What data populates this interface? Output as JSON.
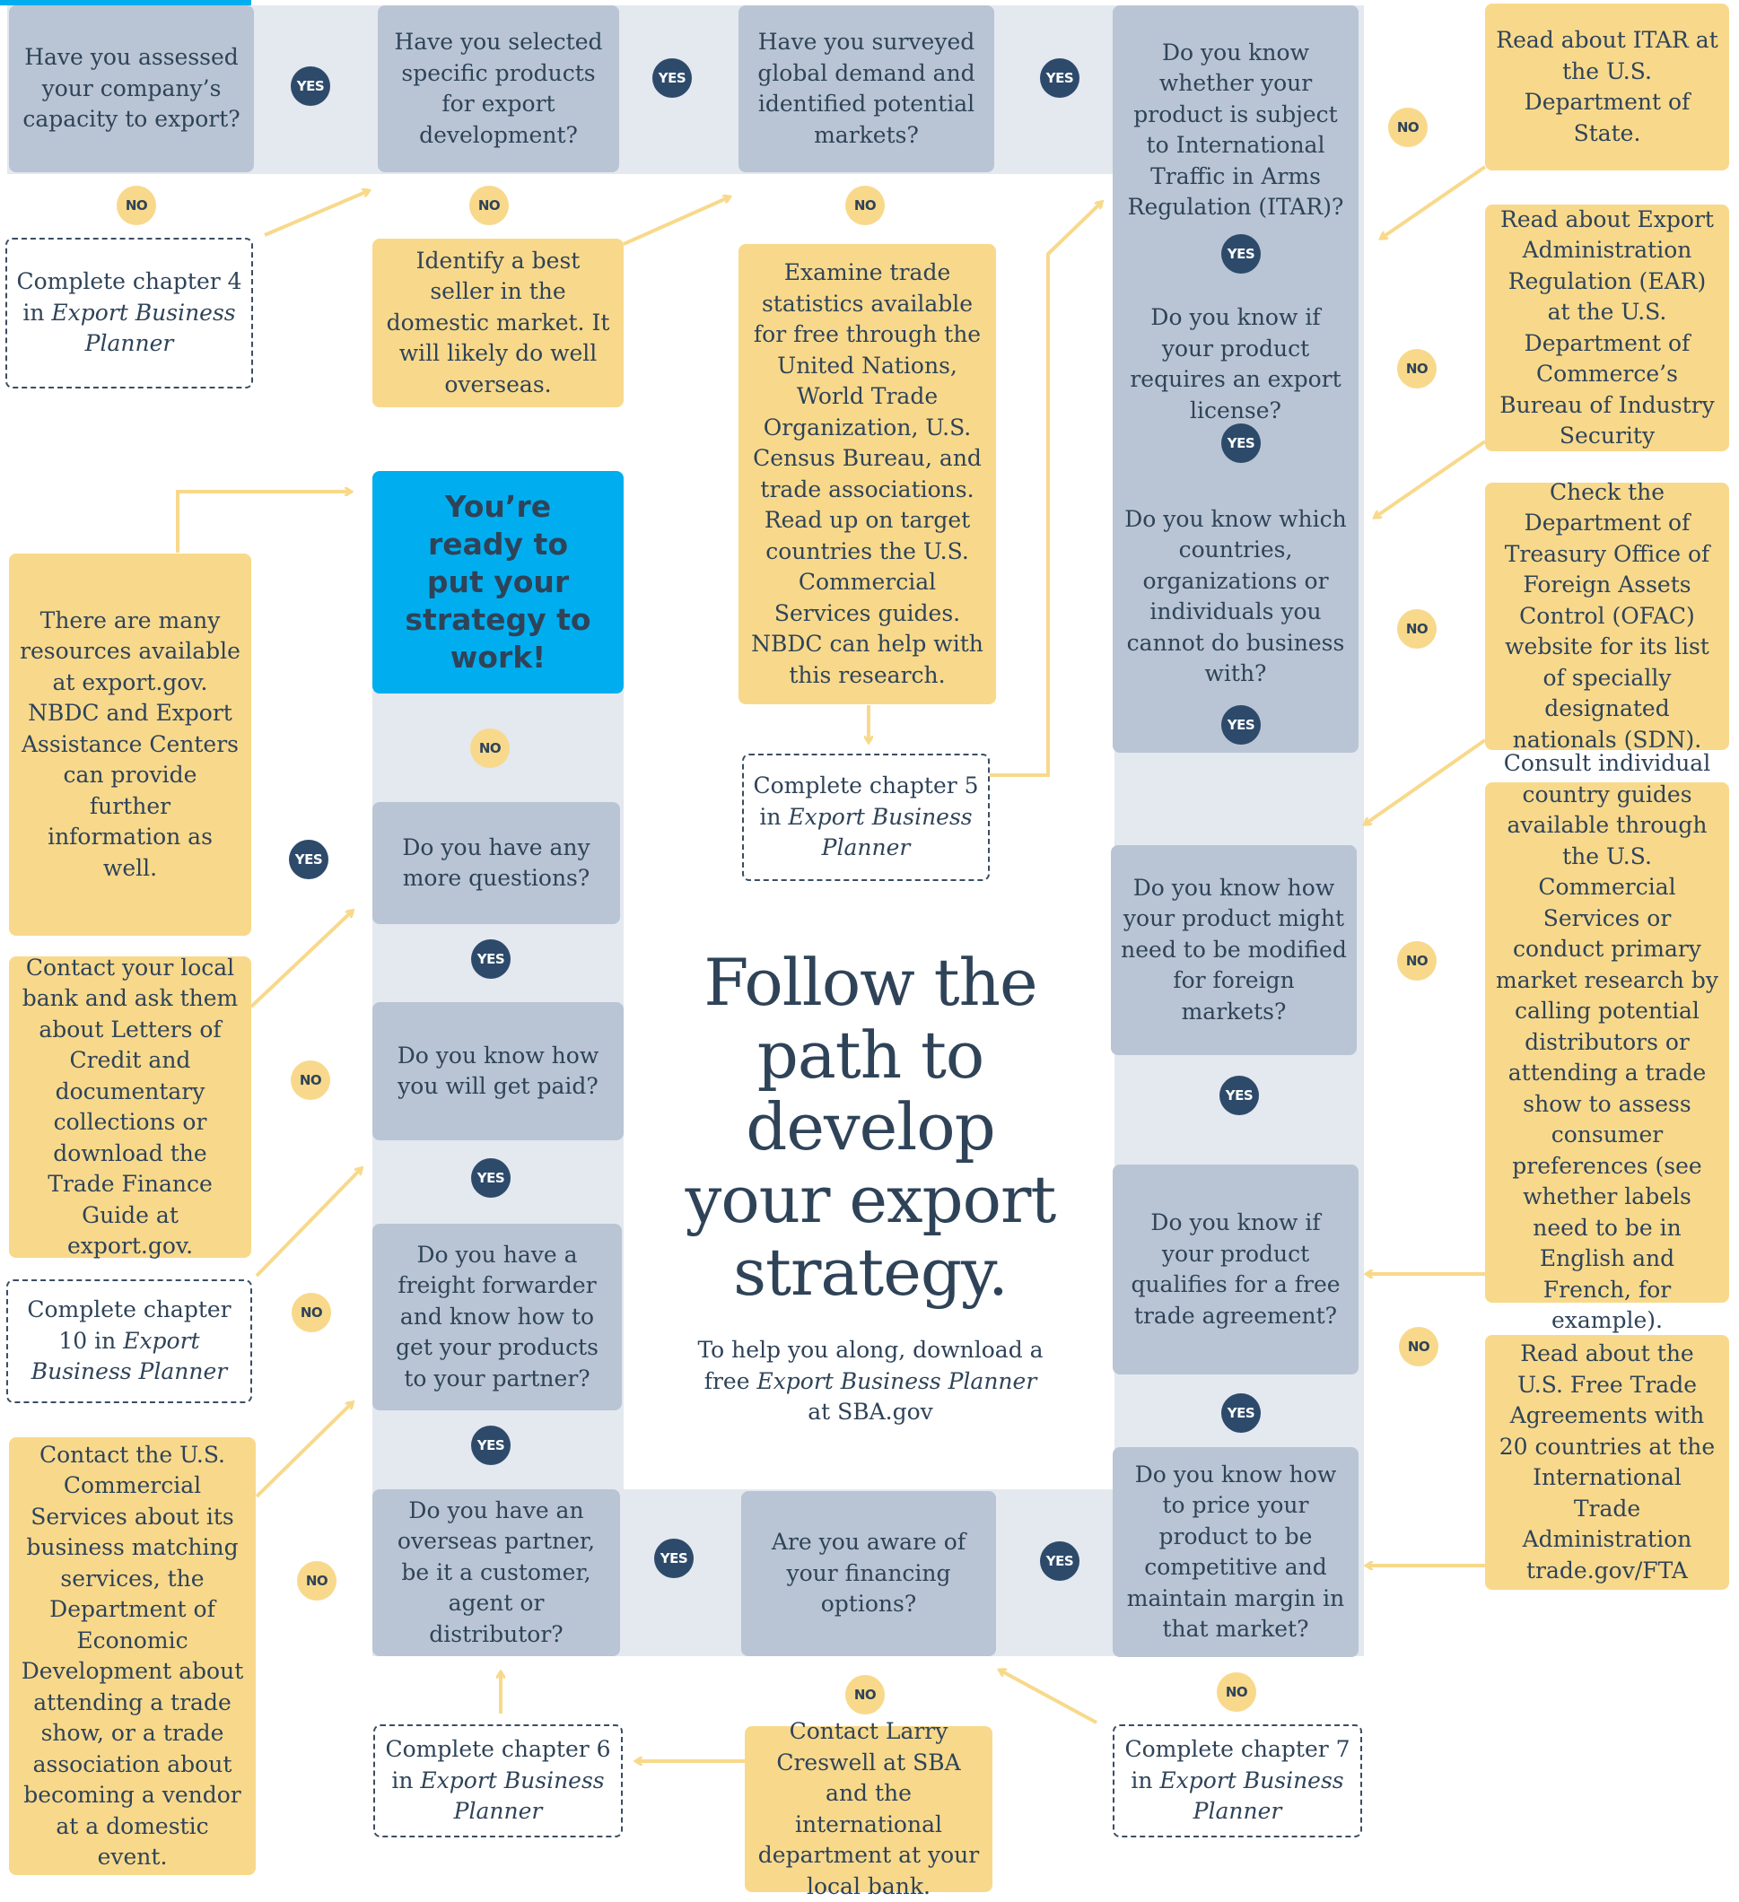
{
  "title": "Follow the path to develop your export strategy.",
  "subtitle_prefix": "To help you along, download a free",
  "subtitle_italic": "Export Business Planner",
  "subtitle_suffix": "at SBA.gov",
  "ready": "You’re ready to put your strategy to work!",
  "labels": {
    "yes": "YES",
    "no": "NO"
  },
  "questions": {
    "capacity": "Have you assessed your company’s capacity to export?",
    "products": "Have you selected specific products for export development?",
    "demand": "Have you surveyed global demand and identified potential markets?",
    "itar": "Do you know whether your product is subject to International Traffic in Arms Regulation (ITAR)?",
    "license": "Do you know if your product requires an export license?",
    "countries": "Do you know which countries, organizations or individuals you cannot do business with?",
    "modified": "Do you know how your product might need to be modified for foreign markets?",
    "fta": "Do you know if your product qualifies for a free trade agreement?",
    "price": "Do you know how to price your product to be competitive and maintain margin in that market?",
    "financing": "Are you aware of your financing options?",
    "partner": "Do you have an overseas partner, be it a customer, agent or distributor?",
    "freight": "Do you have a freight forwarder and know how to get your products to your partner?",
    "paid": "Do you know how you will get paid?",
    "questions": "Do you have any more questions?"
  },
  "resources": {
    "bestseller": "Identify a best seller in the domestic market. It will likely do well overseas.",
    "trade_stats": "Examine trade statistics available for free through the United Nations, World Trade Organization, U.S. Census Bureau, and trade associations. Read up on target countries the U.S. Commercial Services guides. NBDC can help with this research.",
    "itar": "Read about ITAR at the U.S. Department of State.",
    "ear": "Read about Export Administration Regulation (EAR) at the U.S. Department of Commerce’s Bureau of Industry Security",
    "ofac": "Check the Department of Treasury Office of Foreign Assets Control (OFAC) website for its list of specially designated nationals (SDN).",
    "guides": "Consult individual country guides available through the U.S. Commercial Services or conduct primary market research by calling potential distributors or attending a trade show to assess consumer preferences (see whether labels need to be in English and French, for example).",
    "fta": "Read about the U.S. Free Trade Agreements with 20 countries at the International Trade Administration trade.gov/FTA",
    "larry": "Contact Larry Creswell at SBA and the international department at your local bank.",
    "commercial": "Contact the U.S. Commercial Services about its business matching services, the Department of Economic Development about attending a trade show, or a trade association about becoming a vendor at a domestic event.",
    "bank": "Contact your local bank and ask them about Letters of Credit and documentary collections or download the Trade Finance Guide at export.gov.",
    "export_gov": "There are many resources available at export.gov. NBDC and Export Assistance Centers can provide further information as well."
  },
  "planner": {
    "ch4_pre": "Complete chapter 4 in",
    "ch4_it": "Export Business Planner",
    "ch5_pre": "Complete chapter 5 in",
    "ch5_it": "Export Business Planner",
    "ch6_pre": "Complete chapter 6 in",
    "ch6_it": "Export Business Planner",
    "ch7_pre": "Complete chapter 7 in",
    "ch7_it": "Export Business Planner",
    "ch10_pre": "Complete chapter 10 in",
    "ch10_it": "Export Business Planner"
  },
  "colors": {
    "question": "#b9c5d4",
    "resource": "#f8d98b",
    "yes_badge": "#2d4a6b",
    "ready": "#00aeef",
    "path": "#e4e8ef",
    "arrow": "#f8d98b"
  }
}
